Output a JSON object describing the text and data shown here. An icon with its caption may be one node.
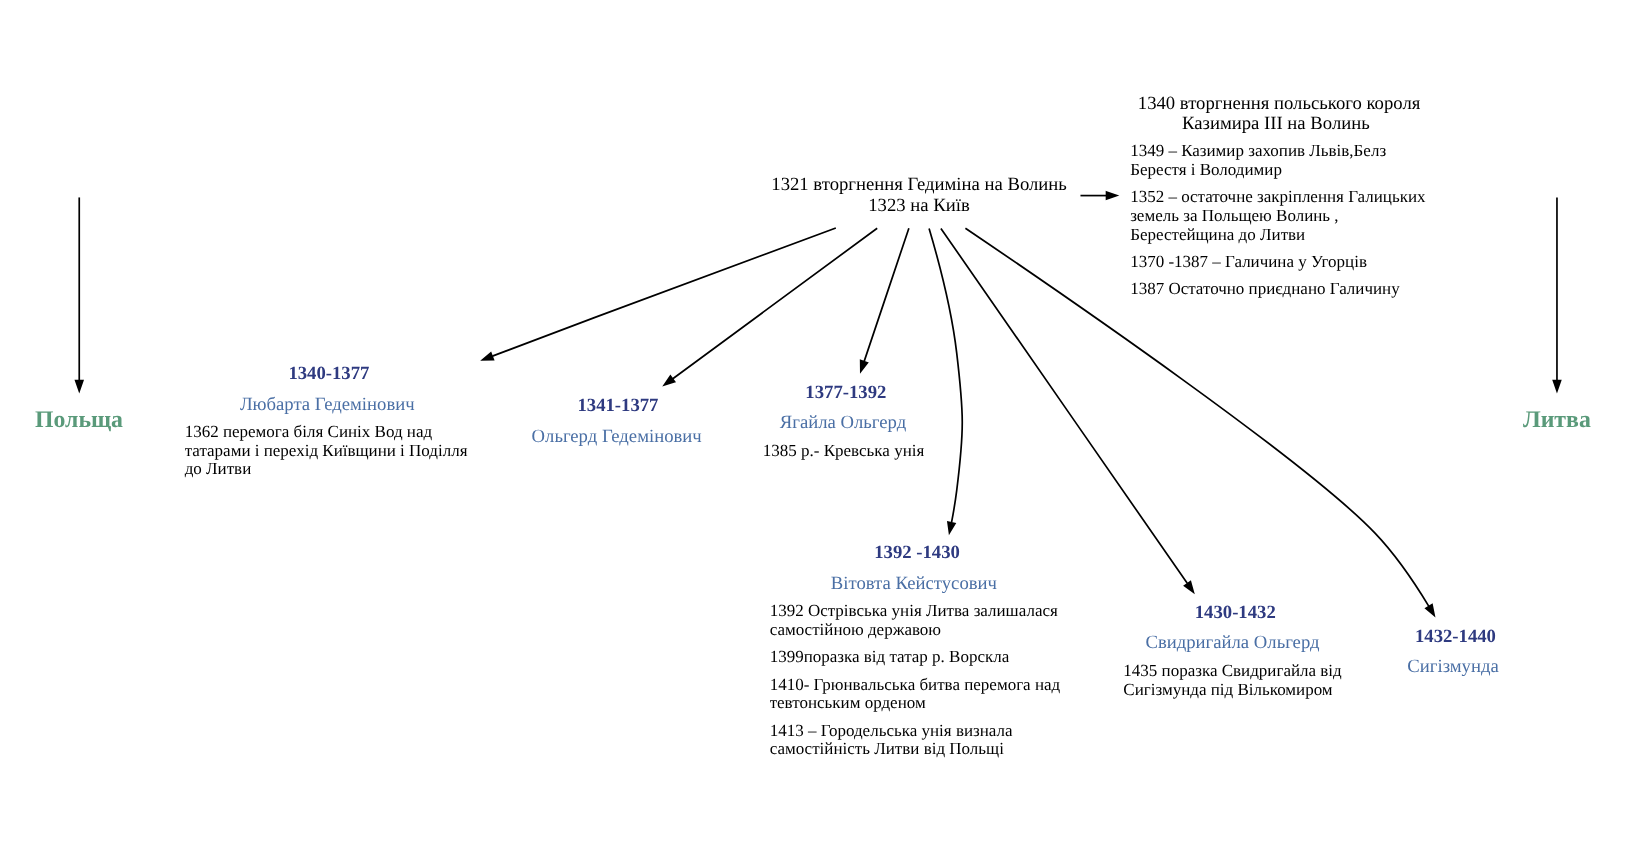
{
  "diagram": {
    "nodes": [
      {
        "text": [
          "Польща"
        ]
      },
      {
        "text": [
          "1340 вторгнення польського короля Казимира III на Волинь"
        ],
        "beside": [
          "1349 – Казимир захопив Львів,Белз Берестя і Володимир",
          "1352 – остаточне закріплення Галицьких земель за Польщею Волинь , Берестейщина до Литви",
          "1370 -1387 – Галичина у Угорців",
          "1387 Остаточно приєднано Галичину"
        ]
      },
      {
        "text": [
          "Литва"
        ]
      },
      {
        "text": [
          "1321 вторгнення Гедиміна на Волинь 1323 на Київ"
        ]
      },
      {
        "text": [
          "1340-1377",
          "Любарта Гедемінович"
        ],
        "beside": [
          "1362 перемога біля Синіх Вод над татарами і перехід Київщини і Поділля до Литви"
        ]
      },
      {
        "text": [
          "1341-1377",
          "Ольгерд Гедемінович"
        ]
      },
      {
        "text": [
          "1377-1392",
          "Ягайла Ольгерд"
        ],
        "beside": [
          "1385 р.- Кревська унія"
        ]
      },
      {
        "text": [
          "1392 -1430",
          "Вітовта Кейстусович"
        ],
        "beside": [
          "1392 Острівська унія Литва залишалася самостійною державою",
          "1399поразка від татар р. Ворскла",
          "1410- Грюнвальська битва перемога над тевтонським орденом",
          "1413 – Городельська унія визнала самостійність Литви від Польщі"
        ]
      },
      {
        "text": [
          "1430-1432",
          "Свидригайла Ольгерд"
        ],
        "beside": [
          "1435 поразка Свидригайла від Сигізмунда під Вількомиром"
        ]
      },
      {
        "text": [
          "1432-1440",
          "Сигізмунда"
        ]
      }
    ],
    "edges": [
      {
        "from": null,
        "to": 0,
        "arrow": "to"
      },
      {
        "from": null,
        "to": 2,
        "arrow": "to"
      },
      {
        "from": 3,
        "to": 1,
        "arrow": "to"
      },
      {
        "from": 3,
        "to": 4,
        "arrow": "to"
      },
      {
        "from": 3,
        "to": 5,
        "arrow": "to"
      },
      {
        "from": 3,
        "to": 6,
        "arrow": "to"
      },
      {
        "from": 3,
        "to": 7,
        "arrow": "to"
      },
      {
        "from": 3,
        "to": 8,
        "arrow": "to"
      },
      {
        "from": 3,
        "to": 9,
        "arrow": "to"
      }
    ]
  }
}
